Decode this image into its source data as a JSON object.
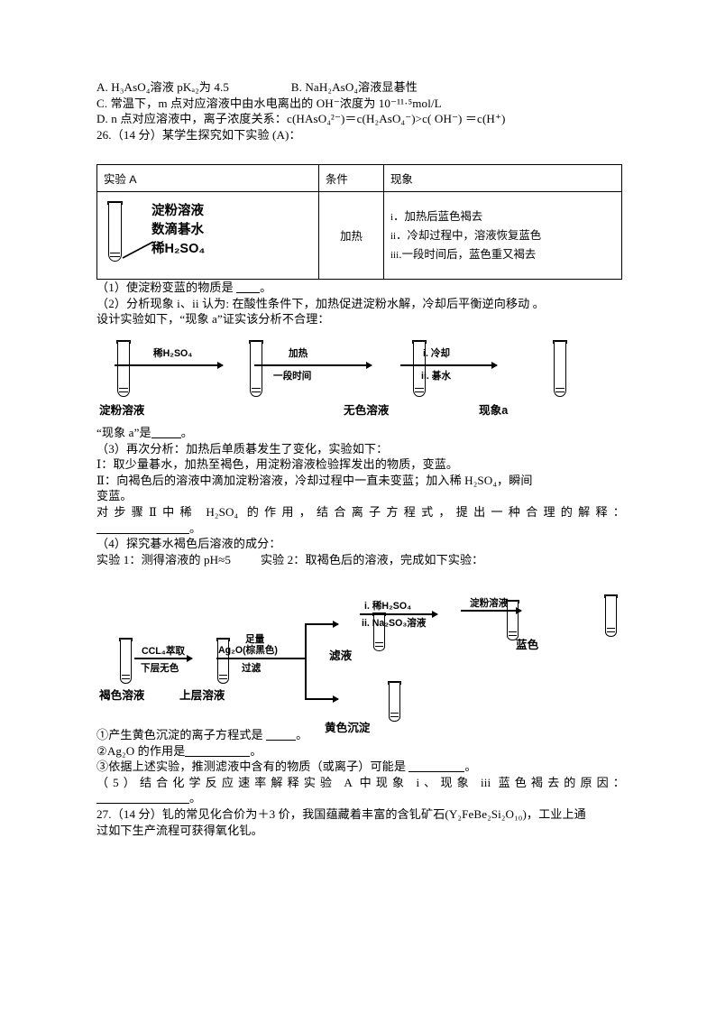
{
  "options": {
    "a": "A. H₃AsO₄溶液 pKₐ₂为 4.5",
    "b": "B. NaH₂AsO₄溶液显碁性",
    "c": "C. 常温下，m 点对应溶液中由水电离出的 OH⁻浓度为 10⁻¹¹·⁵mol/L",
    "d": "D. n 点对应溶液中，离子浓度关系：c(HAsO₄²⁻)＝c(H₂AsO₄⁻)>c( OH⁻) ＝c(H⁺)"
  },
  "q26": {
    "stem": "26.（14 分）某学生探究如下实验 (A)：",
    "table": {
      "headers": [
        "实验 A",
        "条件",
        "现象"
      ],
      "condition": "加热",
      "tube_labels": [
        "淀粉溶液",
        "数滴碁水",
        "稀H₂SO₄"
      ],
      "phenomena": [
        {
          "num": "i",
          "text": "．加热后蓝色褐去"
        },
        {
          "num": "ii",
          "text": "．冷却过程中，溶液恢复蓝色"
        },
        {
          "num": "iii",
          "text": ".一段时间后，蓝色重又褐去"
        }
      ]
    },
    "sub1": "（1）使淀粉变蓝的物质是",
    "sub1_end": "。",
    "sub2_line1": "（2）分析现象 i、ii 认为: 在酸性条件下，加热促进淀粉水解，冷却后平衡逆向移动 。",
    "sub2_line2": "设计实验如下，“现象 a”证实该分析不合理：",
    "flow1": {
      "captions": [
        "淀粉溶液",
        "无色溶液",
        "现象a"
      ],
      "arrow1_top": "稀H₂SO₄",
      "arrow2_top": "加热",
      "arrow2_bottom": "一段时间",
      "arrow3_top": "i. 冷却",
      "arrow3_bottom": "ii. 碁水"
    },
    "phen_a_q": "“现象 a”是",
    "phen_a_end": "。",
    "sub3": "（3）再次分析：加热后单质碁发生了变化，实验如下：",
    "step1": "Ⅰ：取少量碁水，加热至褐色，用淀粉溶液检验挥发出的物质，变蓝。",
    "step2_a": "Ⅱ：向褐色后的溶液中滴加淀粉溶液，冷却过程中一直未变蓝；加入稀 H₂SO₄，瞬间",
    "step2_b": "变蓝。",
    "step2_q": "对步骤Ⅱ中稀 H₂SO₄ 的作用，结合离子方程式，提出一种合理的解释：",
    "step2_q_end": "。",
    "sub4": "（4）探究碁水褐色后溶液的成分：",
    "exp1": "实验 1：测得溶液的 pH≈5",
    "exp2": "实验 2：取褐色后的溶液，完成如下实验：",
    "flow2": {
      "captions": {
        "start": "褐色溶液",
        "upper": "上层溶液",
        "filtrate": "滤液",
        "blue": "蓝色",
        "precipitate": "黄色沉淀"
      },
      "arrow1_top": "CCL₄萃取",
      "arrow1_bottom": "下层无色",
      "arrow2_top1": "足量",
      "arrow2_top2": "Ag₂O(棕黑色)",
      "arrow2_bottom": "过滤",
      "arrow3_top": "i. 稀H₂SO₄",
      "arrow3_bottom": "ii. Na₂SO₃溶液",
      "arrow4_top": "淀粉溶液"
    },
    "item1": "①产生黄色沉淀的离子方程式是",
    "item1_end": "。",
    "item2": "②Ag₂O 的作用是",
    "item2_end": "。",
    "item3": "③依据上述实验，推测滤液中含有的物质（或离子）可能是",
    "item3_end": "。",
    "sub5": "（5）结合化学反应速率解释实验 A 中现象 i、现象 iii 蓝色褐去的原因：",
    "sub5_end": "。"
  },
  "q27": {
    "line1": "27.（14 分）钆的常见化合价为＋3 价，我国蕴藏着丰富的含钆矿石(Y₂FeBe₂Si₂O₁₀)，工业上通",
    "line2": "过如下生产流程可获得氧化钆。"
  }
}
